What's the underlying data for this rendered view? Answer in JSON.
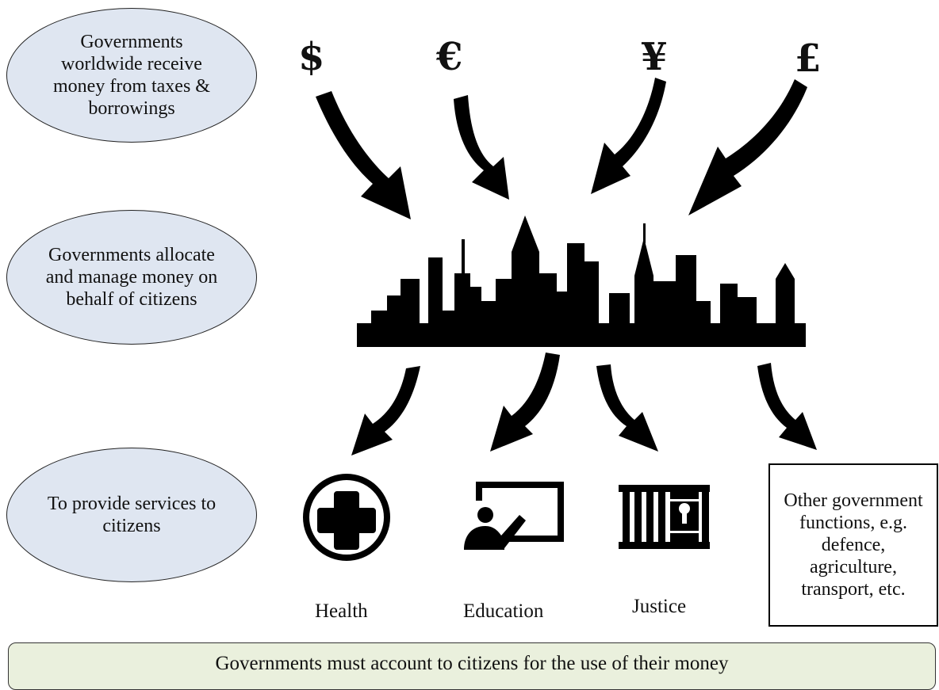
{
  "ellipses": {
    "receive": "Governments worldwide receive money from taxes & borrowings",
    "allocate": "Governments allocate and manage money on behalf of citizens",
    "provide": "To provide services to citizens"
  },
  "currencies": [
    "$",
    "€",
    "¥",
    "£"
  ],
  "services": {
    "health": "Health",
    "education": "Education",
    "justice": "Justice",
    "other": "Other government functions, e.g. defence, agriculture, transport, etc."
  },
  "footer": "Governments must account to citizens for the use of their money",
  "icons": [
    "dollar",
    "euro",
    "yen",
    "pound",
    "city-skyline-icon",
    "health-cross-icon",
    "education-teacher-icon",
    "justice-jail-icon"
  ],
  "colors": {
    "ellipse_fill": "#dfe6f1",
    "footer_fill": "#eaf0dd",
    "ink": "#000000"
  }
}
